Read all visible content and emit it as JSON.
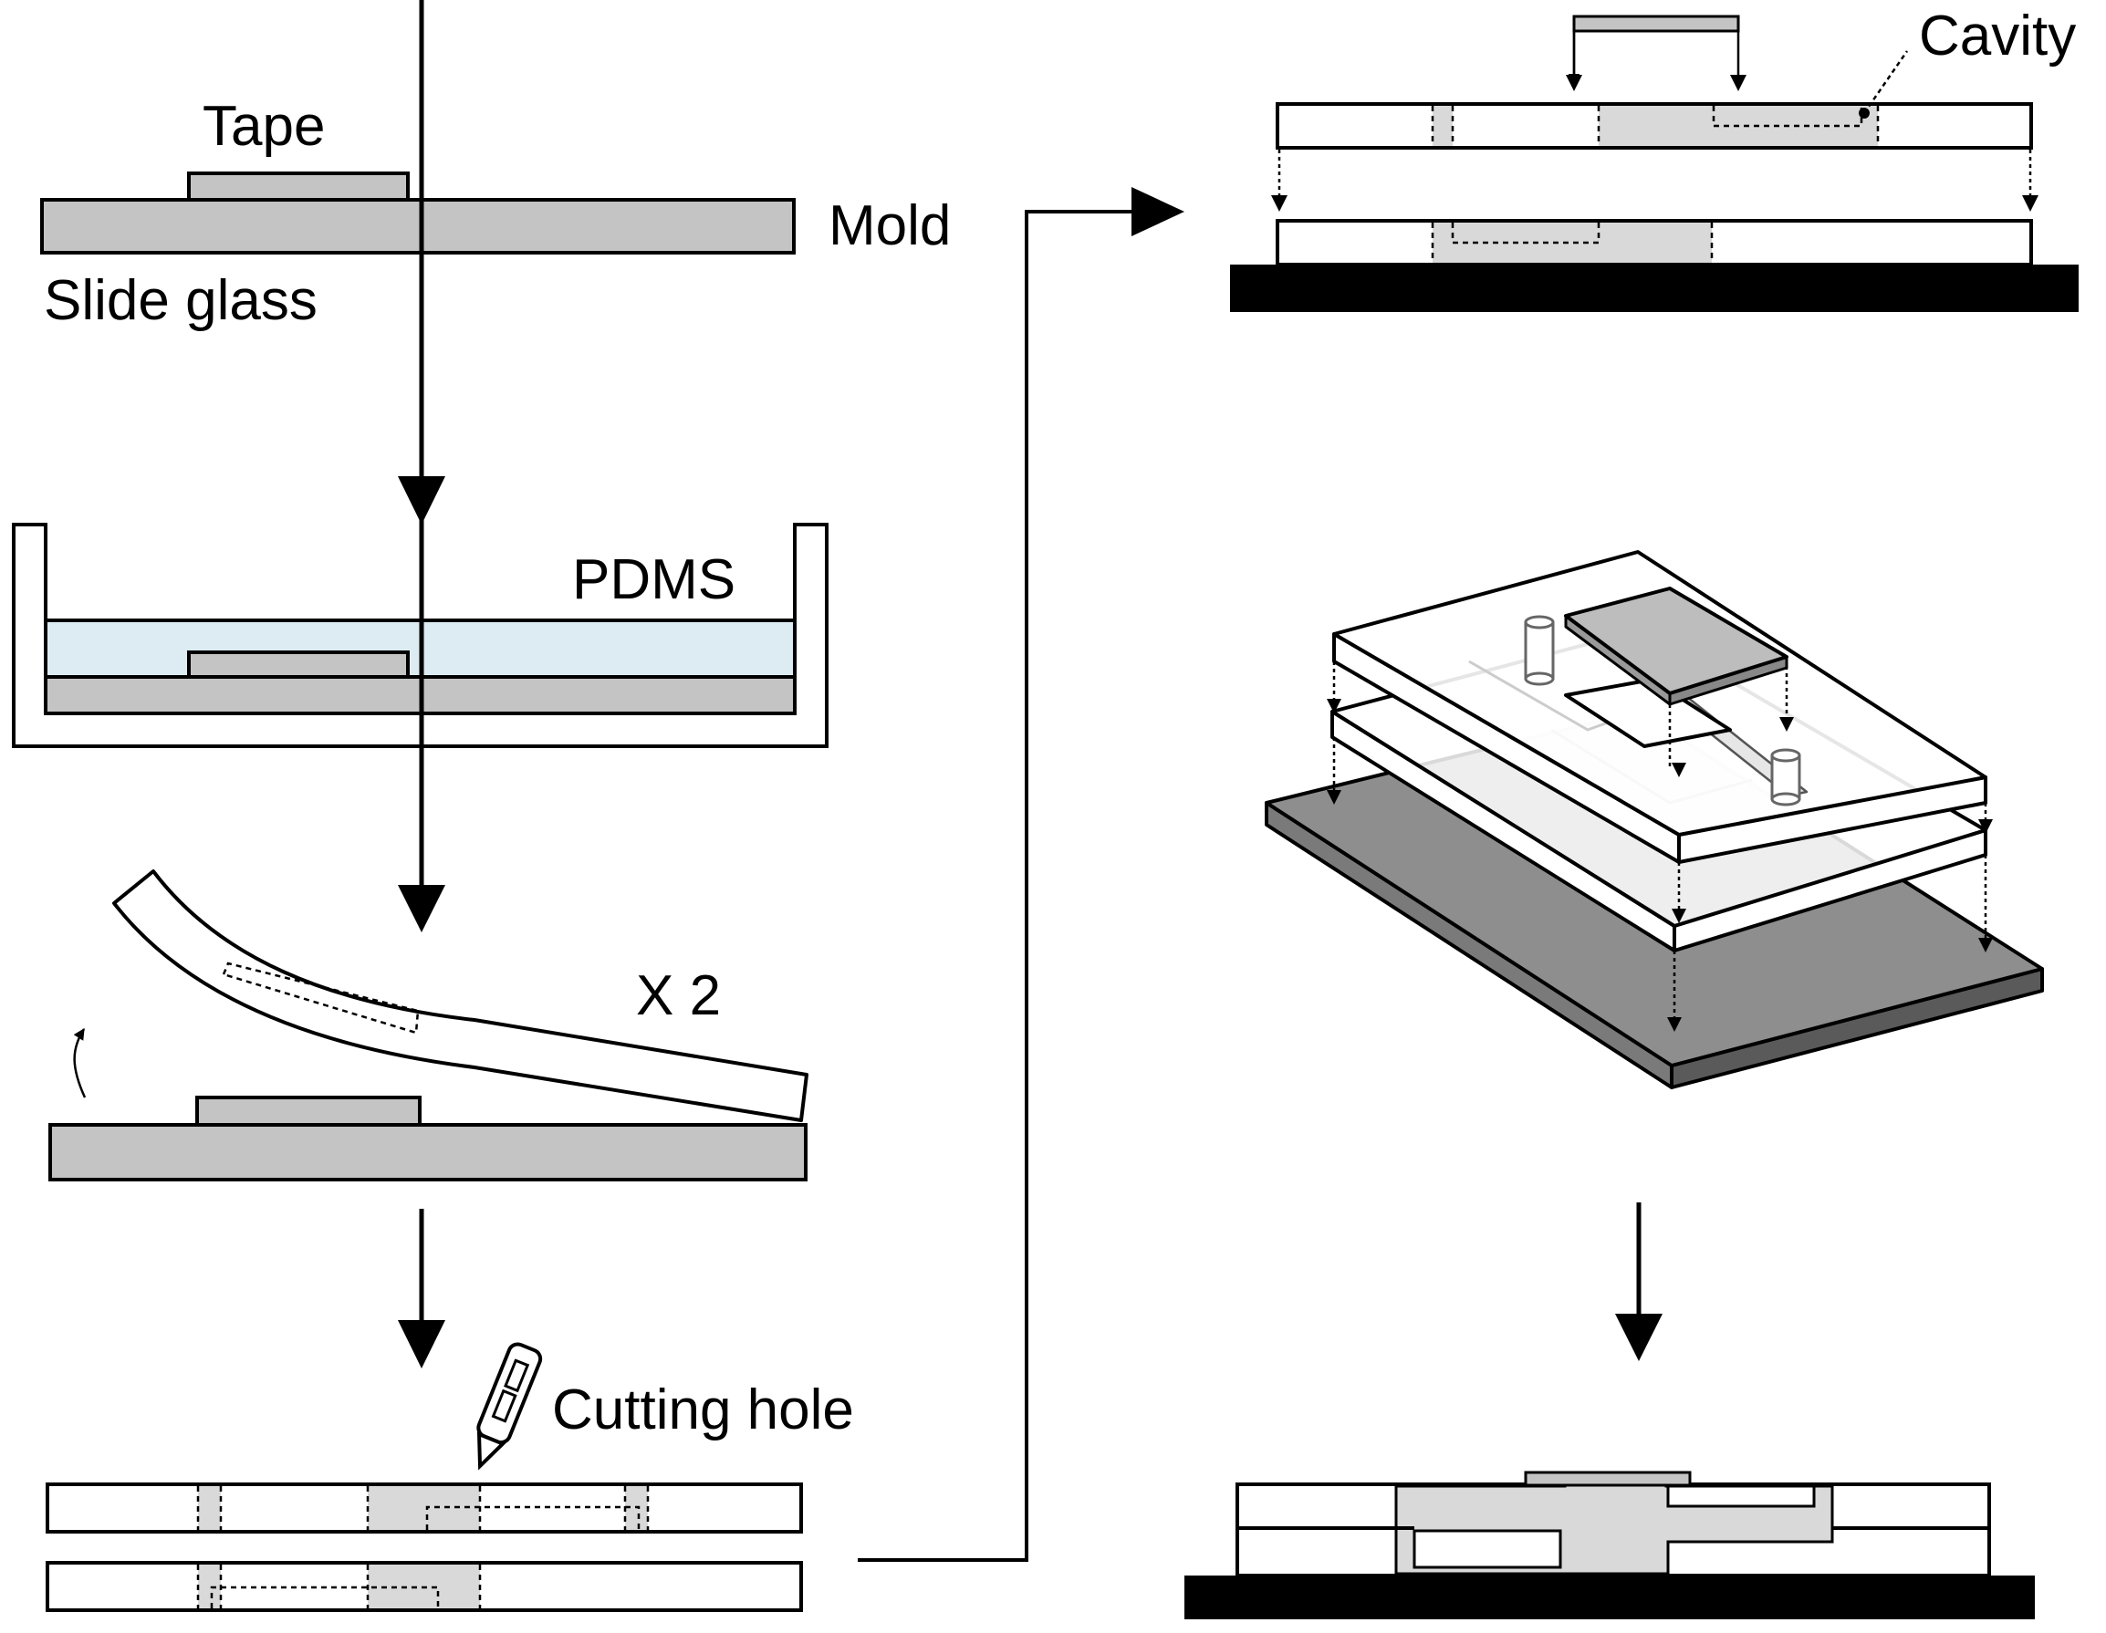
{
  "labels": {
    "tape": "Tape",
    "mold": "Mold",
    "slide_glass": "Slide glass",
    "pdms": "PDMS",
    "repeat": "X 2",
    "cutting_hole": "Cutting hole",
    "cavity": "Cavity"
  },
  "colors": {
    "tape_gray": "#c4c4c4",
    "pdms_liquid": "#dcecf2",
    "hole_fill": "#d9d9d9",
    "channel_fill": "#e3e3e3",
    "base_black": "#000000",
    "base_dark_gray": "#8e8e8e",
    "outline": "#000000"
  }
}
